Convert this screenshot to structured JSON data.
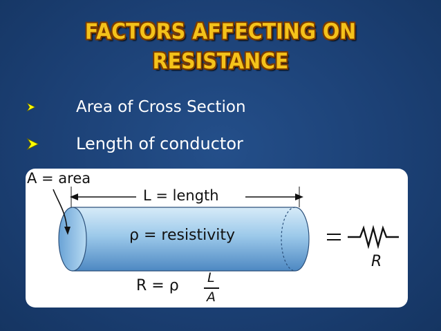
{
  "title": {
    "line1": "FACTORS AFFECTING ON",
    "line2": "RESISTANCE"
  },
  "bullets": [
    {
      "text": "Area of Cross Section"
    },
    {
      "text": "Length of conductor"
    }
  ],
  "figure": {
    "area_label": "A = area",
    "length_label": "L = length",
    "resistivity_label": "ρ = resistivity",
    "resistor_label": "R",
    "formula_left": "R = ρ",
    "formula_numerator": "L",
    "formula_denominator": "A",
    "equals": "="
  },
  "colors": {
    "background": "#1d4378",
    "title": "#f4c21a",
    "title_outline": "#7a3a00",
    "bullet_arrow": "#ffff00",
    "cylinder": "#8fc0e8"
  },
  "icons": [
    "bullet-arrow-icon",
    "resistor-symbol-icon"
  ]
}
